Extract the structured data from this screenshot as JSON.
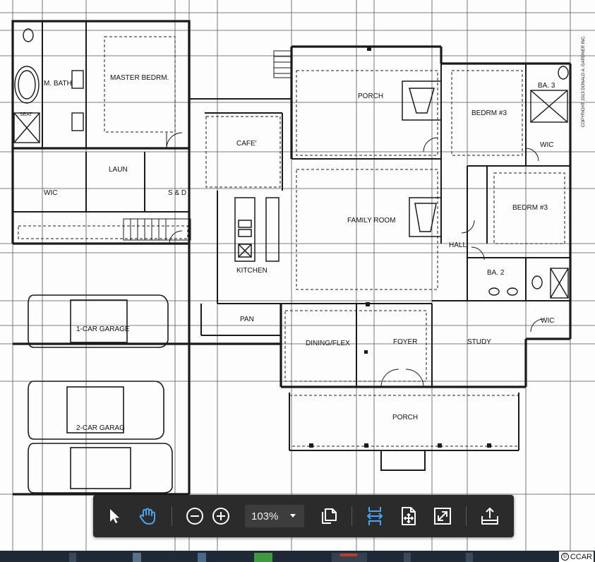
{
  "document": {
    "rooms": {
      "master_bath": "M. BATH",
      "master_bedroom": "MASTER BEDRM.",
      "seat": "SEAT",
      "laundry": "LAUN",
      "wic_left": "WIC",
      "s_and_d": "S & D",
      "cafe": "CAFE'",
      "porch_rear": "PORCH",
      "family_room": "FAMILY ROOM",
      "kitchen": "KITCHEN",
      "pantry": "PAN",
      "bedroom_3_upper": "BEDRM #3",
      "ba_3": "BA. 3",
      "wic_right_upper": "WIC",
      "bedroom_3_lower": "BEDRM #3",
      "hall": "HALL",
      "ba_2": "BA. 2",
      "wic_right_lower": "WIC",
      "garage_1": "1-CAR GARAGE",
      "garage_2": "2-CAR GARAG",
      "dining_flex": "DINING/FLEX",
      "foyer": "FOYER",
      "study": "STUDY",
      "porch_front": "PORCH"
    },
    "side_note": "COPYRIGHT 2013 DONALD A. GARDNER INC."
  },
  "toolbar": {
    "tools": [
      {
        "icon": "select-arrow-icon"
      },
      {
        "icon": "hand-pan-icon",
        "active": true
      },
      {
        "icon": "zoom-out-icon"
      },
      {
        "icon": "zoom-in-icon"
      },
      {
        "icon": "page-view-icon"
      },
      {
        "icon": "fit-width-icon",
        "active": true
      },
      {
        "icon": "fit-page-icon"
      },
      {
        "icon": "fullscreen-icon"
      },
      {
        "icon": "share-upload-icon"
      }
    ],
    "zoom_level": "103%"
  },
  "watermark": {
    "symbol": "©",
    "text": "CCAR"
  },
  "colors": {
    "toolbar_bg": "#2b2b2b",
    "icon_default": "#ffffff",
    "icon_active": "#4aa3f0",
    "taskbar_bg": "#1f2a36",
    "plan_ink": "#1a1a1a"
  }
}
